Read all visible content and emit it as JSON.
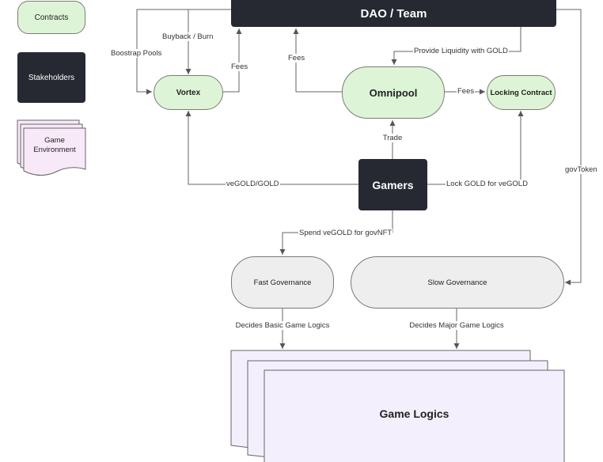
{
  "legend": {
    "contracts": "Contracts",
    "stakeholders": "Stakeholders",
    "game_environment": "Game\nEnvironment"
  },
  "nodes": {
    "dao_team": "DAO / Team",
    "vortex": "Vortex",
    "omnipool": "Omnipool",
    "locking_contract": "Locking Contract",
    "gamers": "Gamers",
    "fast_governance": "Fast Governance",
    "slow_governance": "Slow Governance",
    "game_logics": "Game Logics"
  },
  "edges": {
    "buyback_burn": "Buyback / Burn",
    "bootstrap_pools": "Boostrap Pools",
    "fees_vortex": "Fees",
    "fees_omnipool_dao": "Fees",
    "provide_liquidity": "Provide Liquidity with GOLD",
    "fees_omnipool_locking": "Fees",
    "trade": "Trade",
    "vegold_gold": "veGOLD/GOLD",
    "lock_gold": "Lock GOLD for veGOLD",
    "gov_token": "govToken",
    "spend_vegold": "Spend veGOLD for govNFT",
    "decides_basic": "Decides Basic Game Logics",
    "decides_major": "Decides Major Game Logics"
  },
  "colors": {
    "contract_fill": "#ddf5d6",
    "stakeholder_fill": "#262832",
    "environment_fill": "#f4effd",
    "legend_environment_fill": "#f8e9f8",
    "governance_fill": "#eeeeee",
    "wire": "#555555"
  }
}
